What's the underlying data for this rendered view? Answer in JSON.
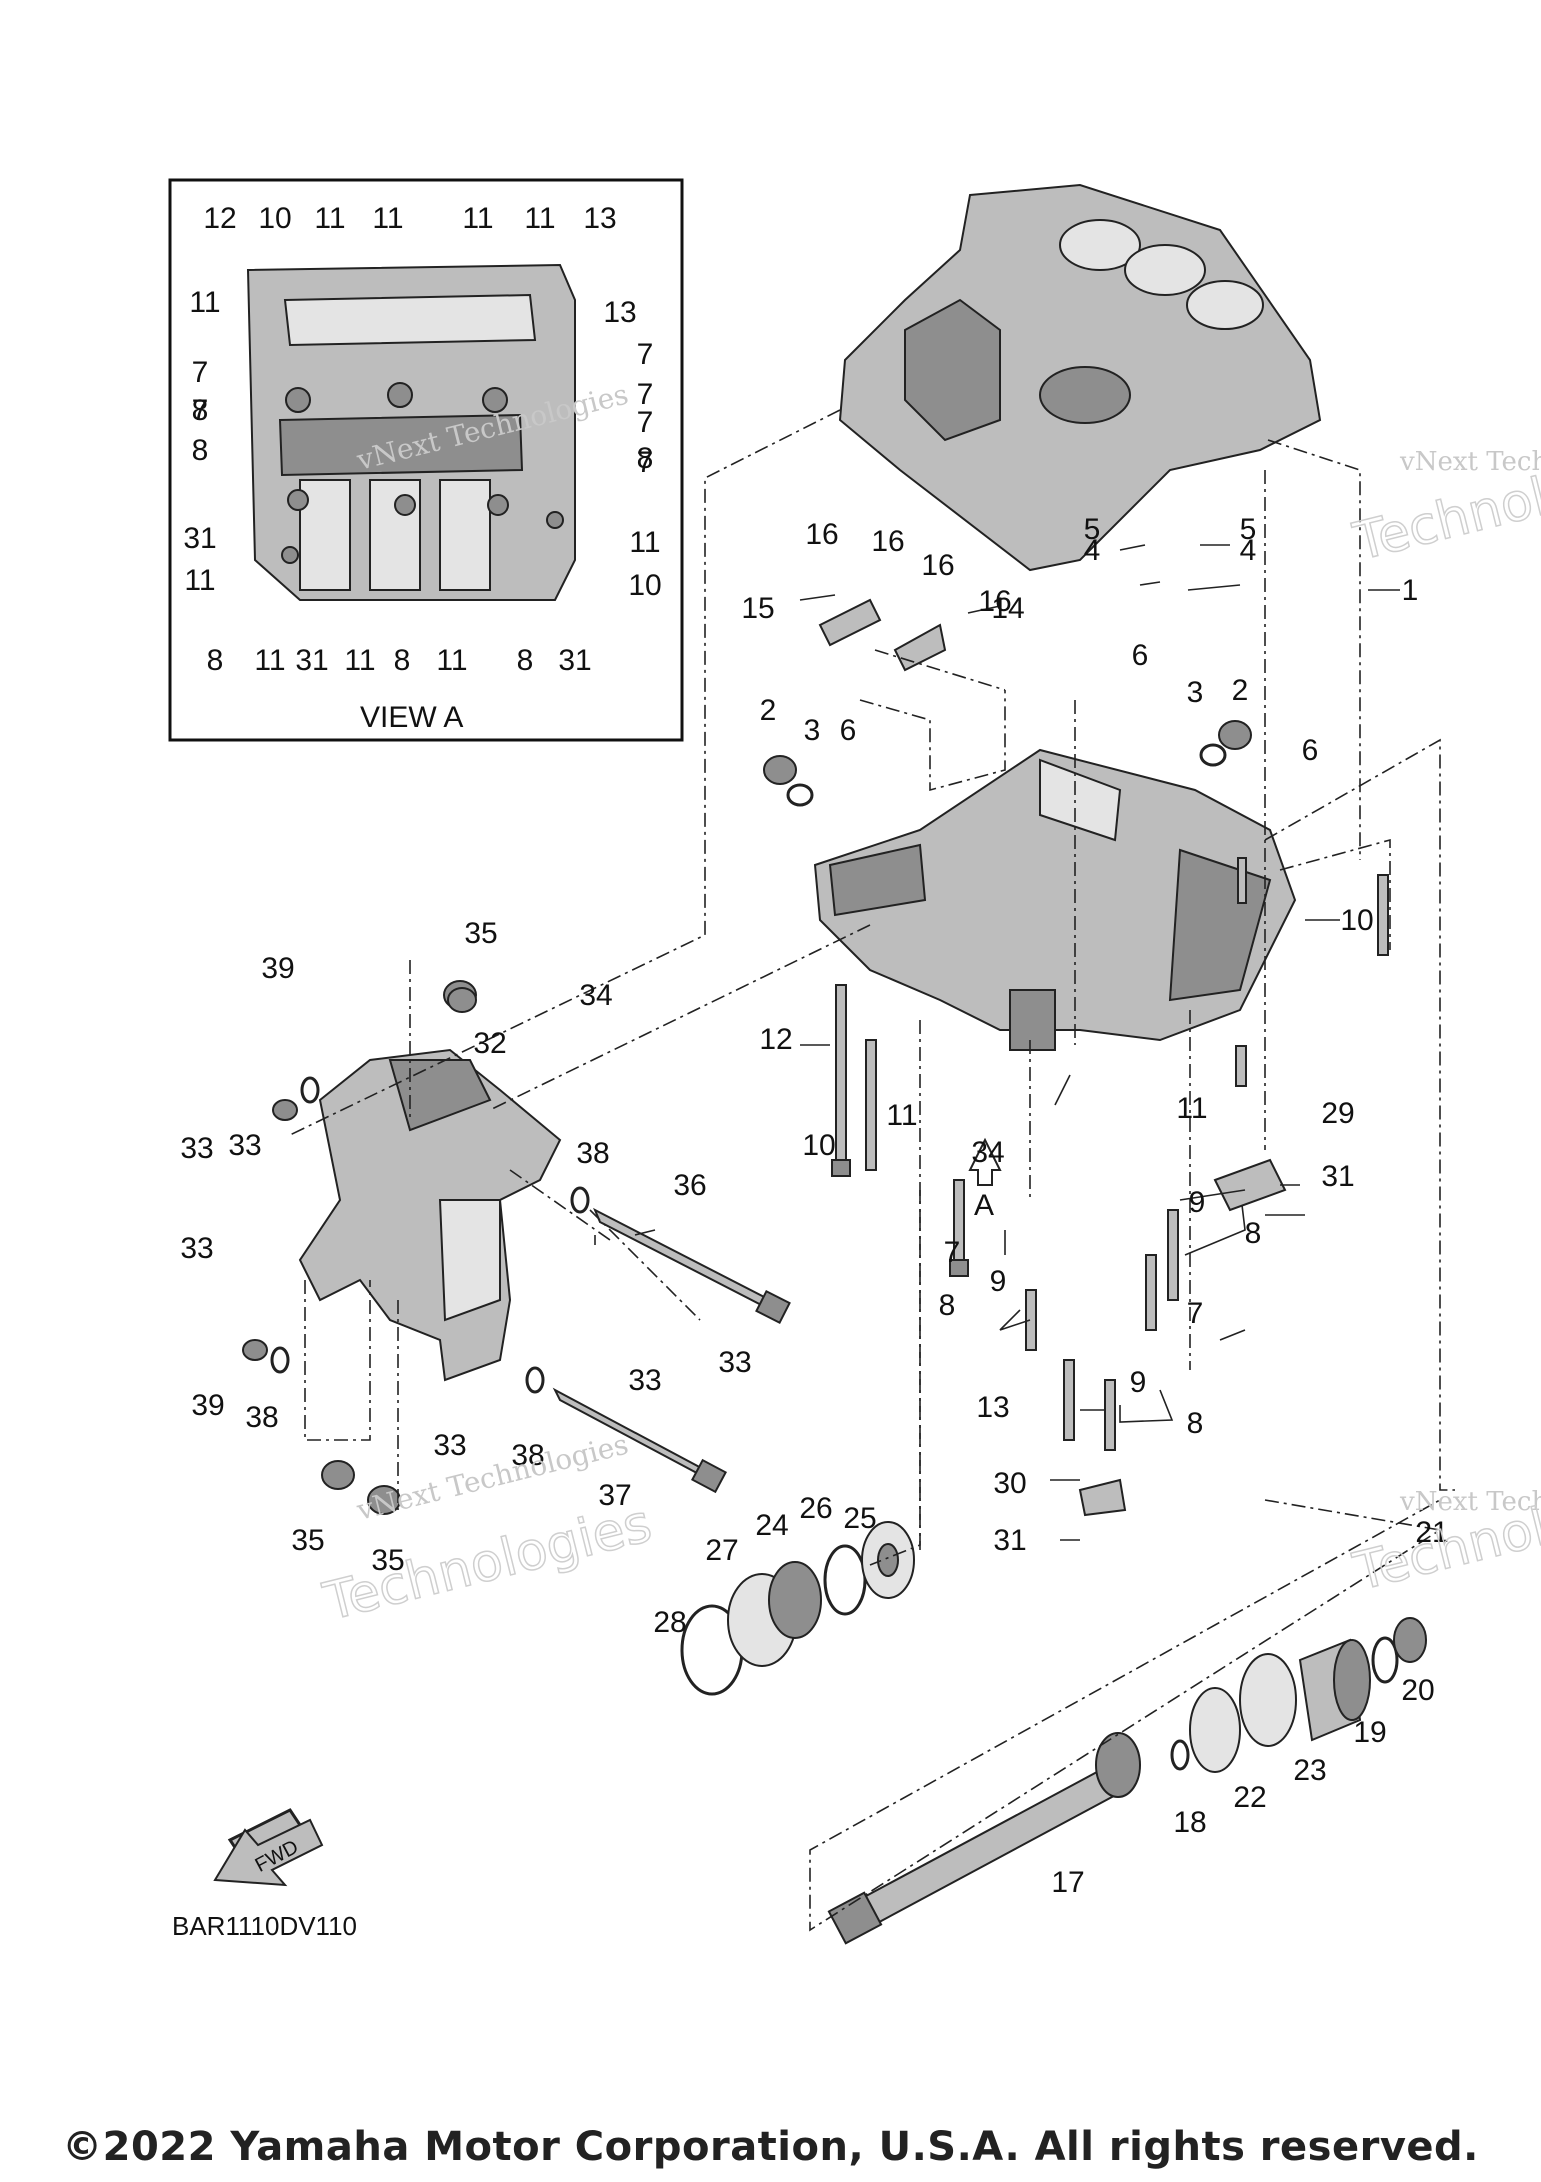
{
  "view_box_label": "VIEW A",
  "view_a_callouts": [
    "12",
    "10",
    "11",
    "11",
    "11",
    "11",
    "13",
    "11",
    "13",
    "7",
    "7",
    "7",
    "7",
    "8",
    "7",
    "7",
    "8",
    "8",
    "31",
    "11",
    "11",
    "10",
    "8",
    "11",
    "31",
    "11",
    "8",
    "11",
    "8",
    "31"
  ],
  "main_callouts": [
    "1",
    "2",
    "2",
    "3",
    "3",
    "4",
    "4",
    "5",
    "5",
    "6",
    "6",
    "6",
    "7",
    "7",
    "8",
    "8",
    "8",
    "9",
    "9",
    "9",
    "10",
    "10",
    "11",
    "11",
    "12",
    "13",
    "14",
    "15",
    "16",
    "16",
    "16",
    "16",
    "17",
    "18",
    "19",
    "20",
    "21",
    "22",
    "23",
    "24",
    "25",
    "26",
    "27",
    "28",
    "29",
    "30",
    "31",
    "31",
    "32",
    "33",
    "33",
    "33",
    "33",
    "33",
    "33",
    "34",
    "34",
    "35",
    "35",
    "35",
    "36",
    "37",
    "38",
    "38",
    "38",
    "39",
    "39"
  ],
  "arrow_label": "A",
  "fwd_label": "FWD",
  "drawing_ref": "BAR1110DV110",
  "watermark_line1": "vNext Technologies",
  "watermark_line2": "Technologies",
  "copyright": "©2022 Yamaha Motor Corporation, U.S.A. All rights reserved."
}
